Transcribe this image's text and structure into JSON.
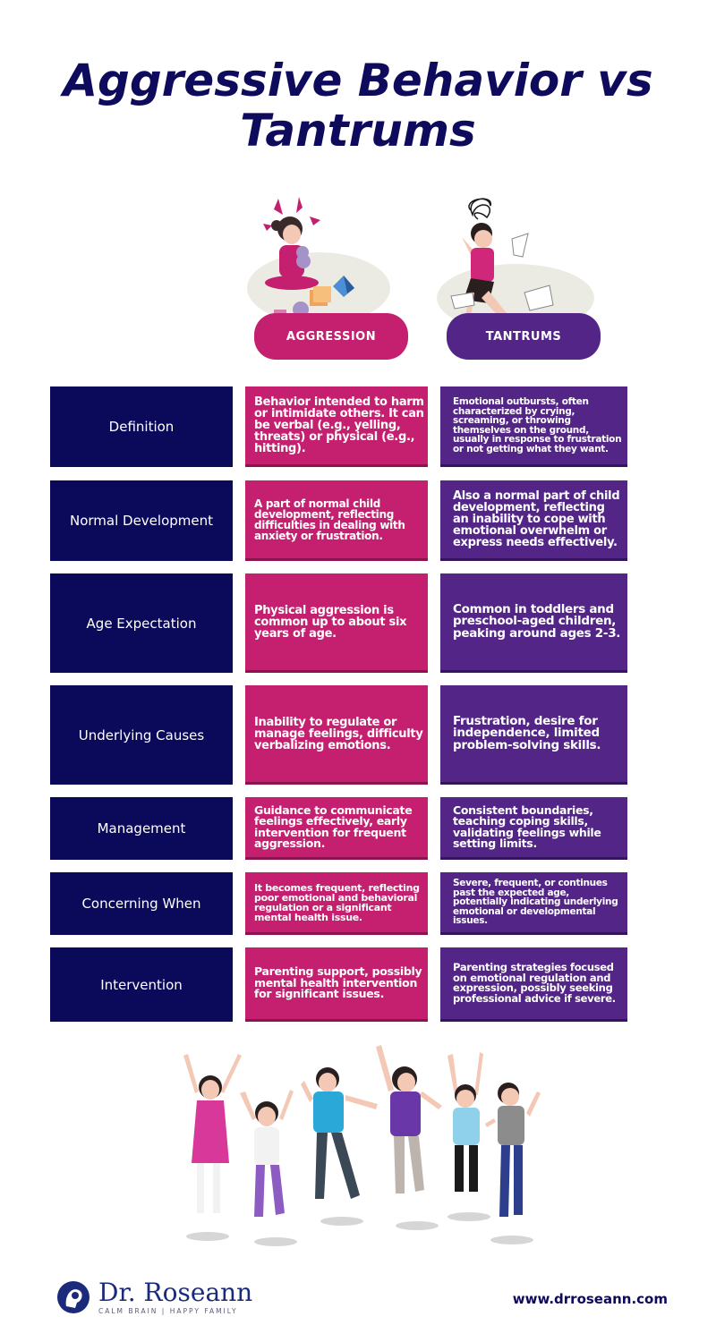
{
  "title_line1": "Aggressive Behavior vs",
  "title_line2": "Tantrums",
  "columns": {
    "aggression": "AGGRESSION",
    "tantrums": "TANTRUMS"
  },
  "rows": [
    {
      "label": "Definition",
      "aggression": "Behavior intended to harm or intimidate others. It can be verbal (e.g., yelling, threats) or physical (e.g., hitting).",
      "tantrums": "Emotional outbursts, often characterized by crying, screaming, or throwing themselves on the ground, usually in response to frustration or not getting what they want."
    },
    {
      "label": "Normal Development",
      "aggression": "A part of normal child development, reflecting difficulties in dealing with anxiety or frustration.",
      "tantrums": "Also a normal part of child development, reflecting an inability to cope with emotional overwhelm or express needs effectively."
    },
    {
      "label": "Age Expectation",
      "aggression": "Physical aggression is common up to about six years of age.",
      "tantrums": "Common in toddlers and preschool-aged children, peaking around ages 2-3."
    },
    {
      "label": "Underlying Causes",
      "aggression": "Inability to regulate or manage feelings, difficulty verbalizing emotions.",
      "tantrums": "Frustration, desire for independence, limited problem-solving skills."
    },
    {
      "label": "Management",
      "aggression": "Guidance to communicate feelings effectively, early intervention for frequent aggression.",
      "tantrums": "Consistent boundaries, teaching coping skills, validating feelings while setting limits."
    },
    {
      "label": "Concerning When",
      "aggression": "It becomes frequent, reflecting poor emotional and behavioral regulation or a significant mental health issue.",
      "tantrums": "Severe, frequent, or continues past the expected age, potentially indicating underlying emotional or developmental issues."
    },
    {
      "label": "Intervention",
      "aggression": "Parenting support, possibly mental health intervention for significant issues.",
      "tantrums": "Parenting strategies focused on emotional regulation and expression, possibly seeking professional advice if severe."
    }
  ],
  "logo": {
    "name": "Dr. Roseann",
    "tagline": "CALM BRAIN | HAPPY FAMILY"
  },
  "website": "www.drroseann.com",
  "colors": {
    "navy": "#0b0a5a",
    "magenta": "#c4206f",
    "purple": "#522587"
  },
  "icons": [
    "angry-girl-illustration",
    "tantrum-girl-illustration",
    "jumping-kids-illustration",
    "dr-roseann-logo-icon"
  ]
}
